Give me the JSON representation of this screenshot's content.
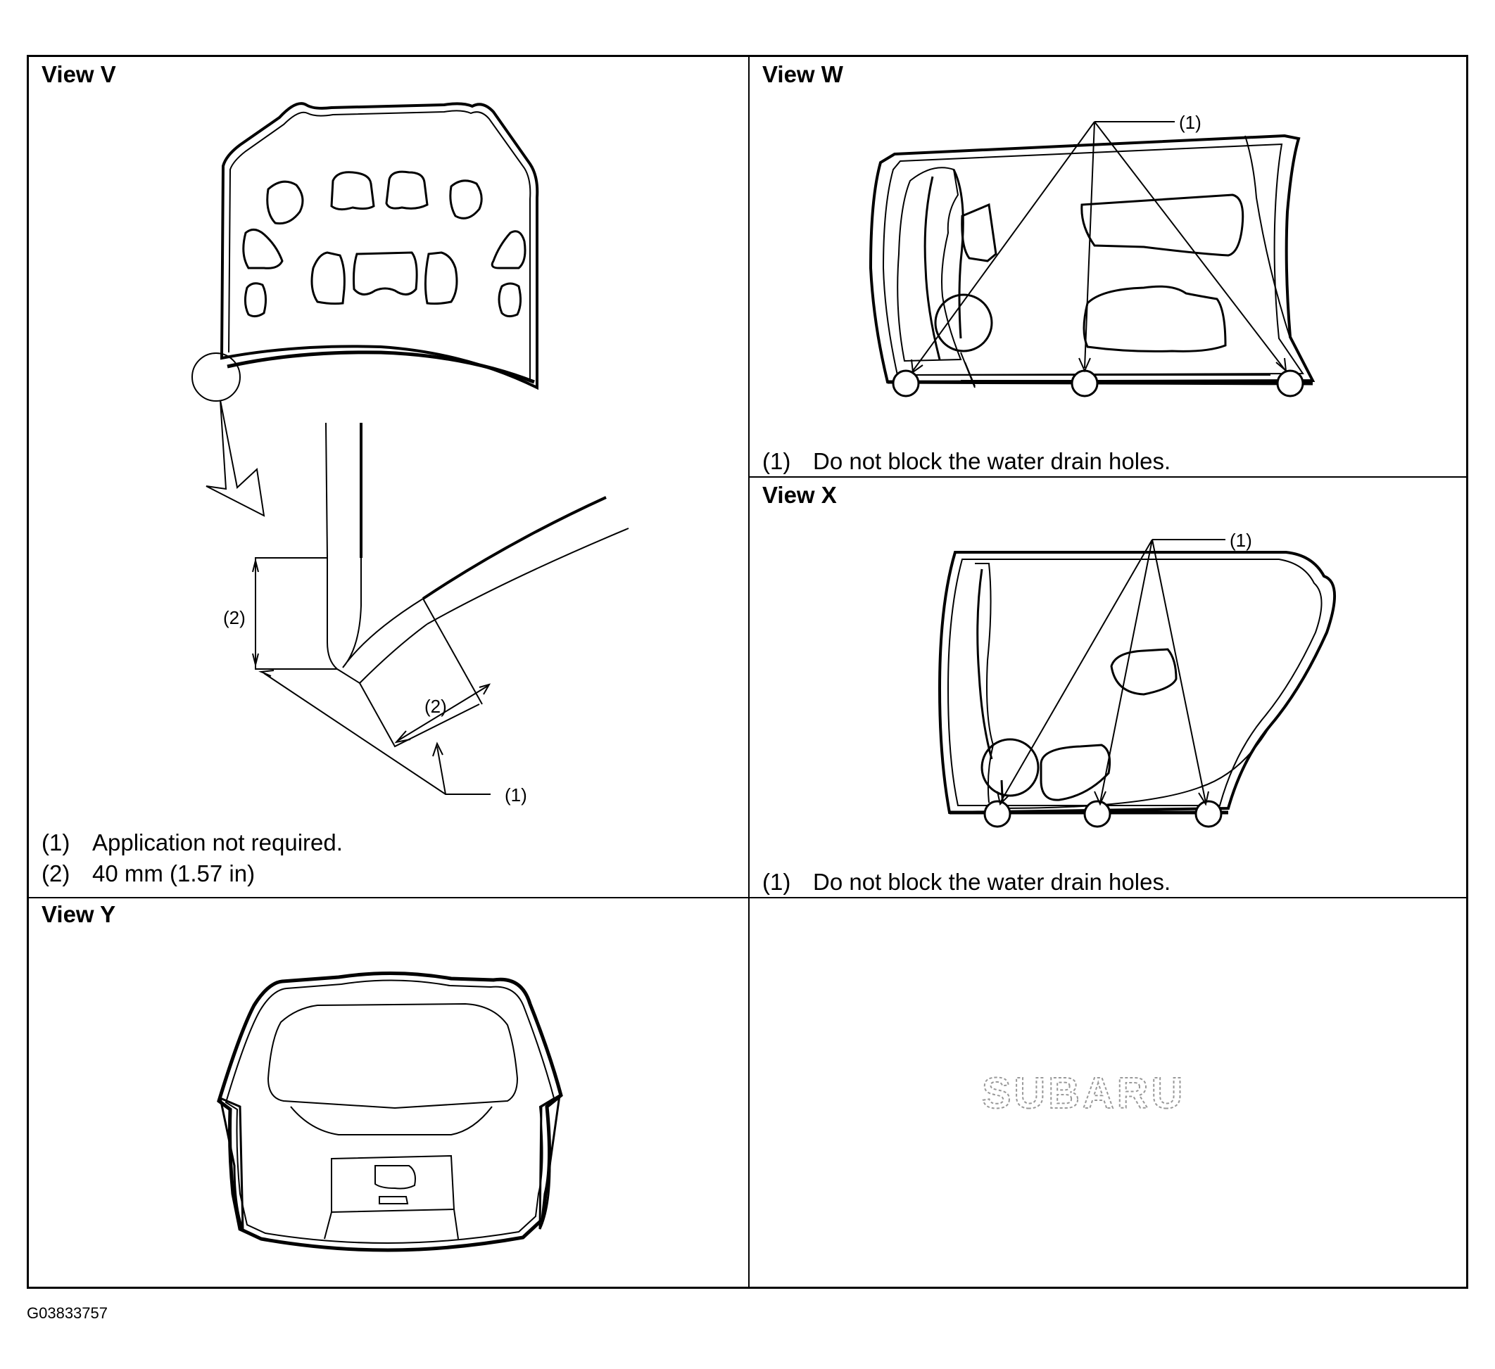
{
  "views": {
    "v": {
      "title": "View V",
      "callout_1": "(1)",
      "callout_2a": "(2)",
      "callout_2b": "(2)",
      "notes": [
        {
          "num": "(1)",
          "text": "Application not required."
        },
        {
          "num": "(2)",
          "text": "40 mm (1.57 in)"
        }
      ]
    },
    "w": {
      "title": "View W",
      "callout_1": "(1)",
      "notes": [
        {
          "num": "(1)",
          "text": "Do not block the water drain holes."
        }
      ]
    },
    "x": {
      "title": "View X",
      "callout_1": "(1)",
      "notes": [
        {
          "num": "(1)",
          "text": "Do not block the water drain holes."
        }
      ]
    },
    "y": {
      "title": "View Y"
    }
  },
  "watermark": "SUBARU",
  "figure_id": "G03833757"
}
